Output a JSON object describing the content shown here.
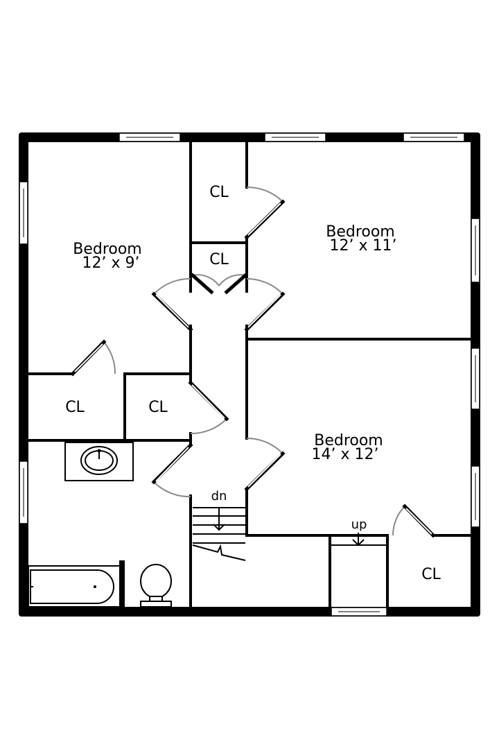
{
  "labels": {
    "bedroom_left_name": "Bedroom",
    "bedroom_left_dim": "12’ x 9’",
    "bedroom_top_right_name": "Bedroom",
    "bedroom_top_right_dim": "12’ x 11’",
    "bedroom_bottom_right_name": "Bedroom",
    "bedroom_bottom_right_dim": "14’ x 12’",
    "closet": "CL",
    "stairs_down": "dn",
    "stairs_up": "up"
  }
}
